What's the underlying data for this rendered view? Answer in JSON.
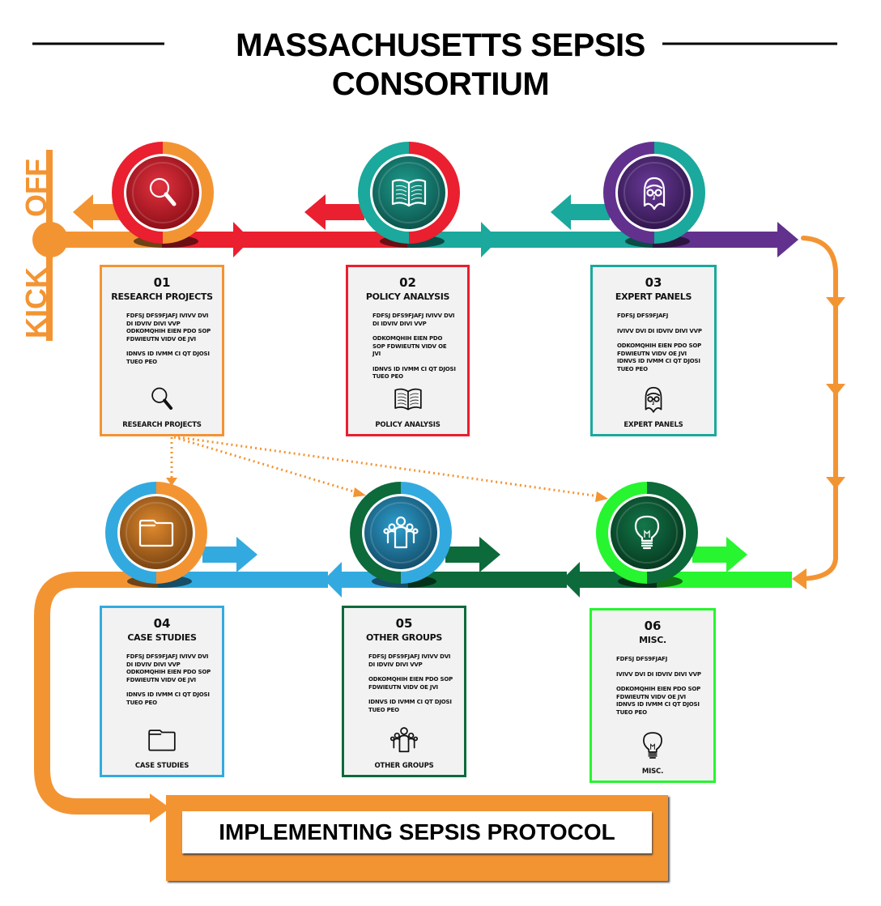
{
  "header": {
    "title_line1": "MASSACHUSETTS SEPSIS",
    "title_line2": "CONSORTIUM"
  },
  "start": {
    "label_kick": "KICK",
    "label_off": "OFF"
  },
  "colors": {
    "orange": "#f39433",
    "red": "#ea1f2f",
    "teal": "#1aa99c",
    "purple": "#62318e",
    "blue": "#33aadf",
    "dark_green": "#0c6a3b",
    "bright_green": "#27f52f",
    "card_bg": "#f2f2f2"
  },
  "steps": [
    {
      "number": "01",
      "title": "RESEARCH PROJECTS",
      "paragraphs": [
        "FDFSJ DFS9FJAFJ IVIVV DVI DI IDVIV DIVI VVP ODKOMQHIH EIEN PDO SOP FDWIEUTN VIDV OE JVI",
        "IDNVS ID IVMM CI QT DJOSI TUEO PEO"
      ],
      "footer": "RESEARCH PROJECTS",
      "icon": "magnifier-icon",
      "ring_colors": [
        "#f39433",
        "#ea1f2f"
      ]
    },
    {
      "number": "02",
      "title": "POLICY ANALYSIS",
      "paragraphs": [
        "FDFSJ DFS9FJAFJ IVIVV DVI DI IDVIV DIVI VVP",
        "ODKOMQHIH EIEN PDO SOP FDWIEUTN VIDV OE JVI",
        "IDNVS ID IVMM CI QT DJOSI TUEO PEO"
      ],
      "footer": "POLICY ANALYSIS",
      "icon": "open-book-icon",
      "ring_colors": [
        "#ea1f2f",
        "#1aa99c"
      ]
    },
    {
      "number": "03",
      "title": "EXPERT PANELS",
      "paragraphs": [
        "FDFSJ DFS9FJAFJ",
        "IVIVV DVI DI IDVIV DIVI VVP",
        "ODKOMQHIH EIEN PDO SOP FDWIEUTN VIDV OE JVI IDNVS ID IVMM CI QT DJOSI TUEO PEO"
      ],
      "footer": "EXPERT PANELS",
      "icon": "expert-face-icon",
      "ring_colors": [
        "#1aa99c",
        "#62318e"
      ]
    },
    {
      "number": "04",
      "title": "CASE STUDIES",
      "paragraphs": [
        "FDFSJ DFS9FJAFJ IVIVV DVI DI IDVIV DIVI VVP ODKOMQHIH EIEN PDO SOP FDWIEUTN VIDV OE JVI",
        "IDNVS ID IVMM CI QT DJOSI TUEO PEO"
      ],
      "footer": "CASE STUDIES",
      "icon": "folder-icon",
      "ring_colors": [
        "#f39433",
        "#33aadf"
      ]
    },
    {
      "number": "05",
      "title": "OTHER GROUPS",
      "paragraphs": [
        "FDFSJ DFS9FJAFJ IVIVV DVI DI IDVIV DIVI VVP",
        "ODKOMQHIH EIEN PDO SOP FDWIEUTN VIDV OE JVI",
        "IDNVS ID IVMM CI QT DJOSI TUEO PEO"
      ],
      "footer": "OTHER GROUPS",
      "icon": "group-icon",
      "ring_colors": [
        "#33aadf",
        "#0c6a3b"
      ]
    },
    {
      "number": "06",
      "title": "MISC.",
      "paragraphs": [
        "FDFSJ DFS9FJAFJ",
        "IVIVV DVI DI IDVIV DIVI VVP",
        "ODKOMQHIH EIEN PDO SOP FDWIEUTN VIDV OE JVI IDNVS ID IVMM CI QT DJOSI TUEO PEO"
      ],
      "footer": "MISC.",
      "icon": "lightbulb-icon",
      "ring_colors": [
        "#0c6a3b",
        "#27f52f"
      ]
    }
  ],
  "final": {
    "label": "IMPLEMENTING SEPSIS PROTOCOL"
  }
}
